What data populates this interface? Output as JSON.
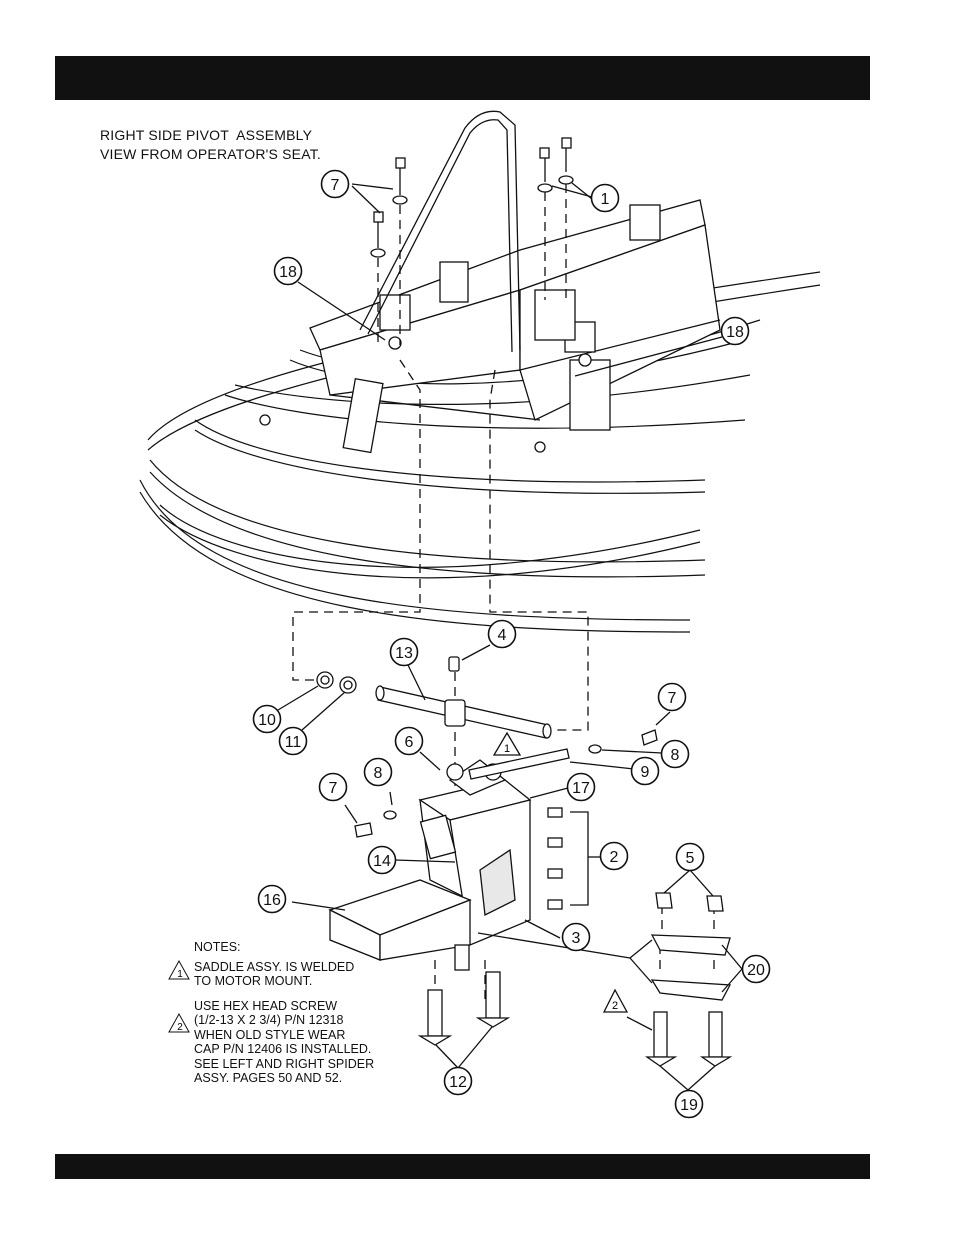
{
  "header": {
    "title": ""
  },
  "diagram": {
    "title_line1": "RIGHT SIDE PIVOT  ASSEMBLY",
    "title_line2": "VIEW FROM OPERATOR'S SEAT.",
    "callouts": [
      "1",
      "18",
      "7",
      "18",
      "4",
      "13",
      "7",
      "10",
      "11",
      "6",
      "8",
      "9",
      "8",
      "7",
      "17",
      "2",
      "14",
      "16",
      "3",
      "5",
      "20",
      "12",
      "19"
    ],
    "notes": {
      "heading": "NOTES:",
      "note1_marker": "1",
      "note1_line1": "SADDLE ASSY. IS WELDED",
      "note1_line2": "TO MOTOR MOUNT.",
      "note2_marker": "2",
      "note2_line1": "USE HEX HEAD SCREW",
      "note2_line2": "(1/2-13 X 2 3/4) P/N 12318",
      "note2_line3": "WHEN OLD STYLE WEAR",
      "note2_line4": "CAP P/N 12406 IS INSTALLED.",
      "note2_line5": "SEE LEFT AND RIGHT SPIDER",
      "note2_line6": "ASSY. PAGES 50 AND 52."
    },
    "triangle_marker_1": "1",
    "triangle_marker_2": "2"
  }
}
